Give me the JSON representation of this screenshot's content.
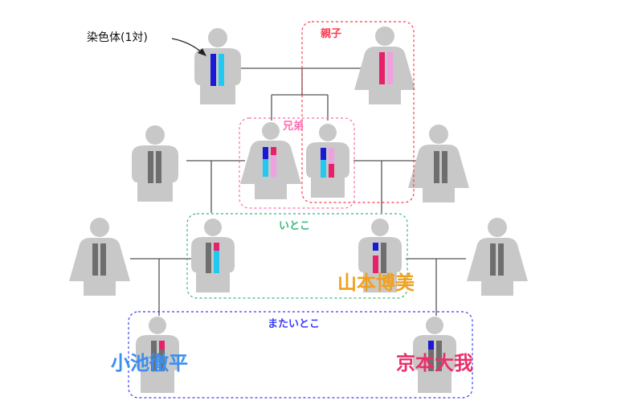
{
  "labels": {
    "chromosome_pair": "染色体(1対)",
    "parent_child": "親子",
    "siblings": "兄弟",
    "cousins": "いとこ",
    "second_cousins": "またいとこ"
  },
  "names": {
    "yamamoto": "山本博美",
    "koike": "小池徹平",
    "kyomoto": "京本大我"
  },
  "colors": {
    "figure": "#c8c8c8",
    "chrom_gray": "#6e6e6e",
    "blue": "#1a1ad4",
    "cyan": "#22c8f0",
    "pink": "#f0a0e0",
    "red": "#e8206a",
    "line": "#555555",
    "box_red": "#ff3b4e",
    "box_pink": "#ff6bb0",
    "box_green": "#3cb878",
    "box_blue": "#3c3cff",
    "name_orange": "#f0a020",
    "name_blue": "#3a8ff0",
    "name_pink": "#e8306a"
  }
}
